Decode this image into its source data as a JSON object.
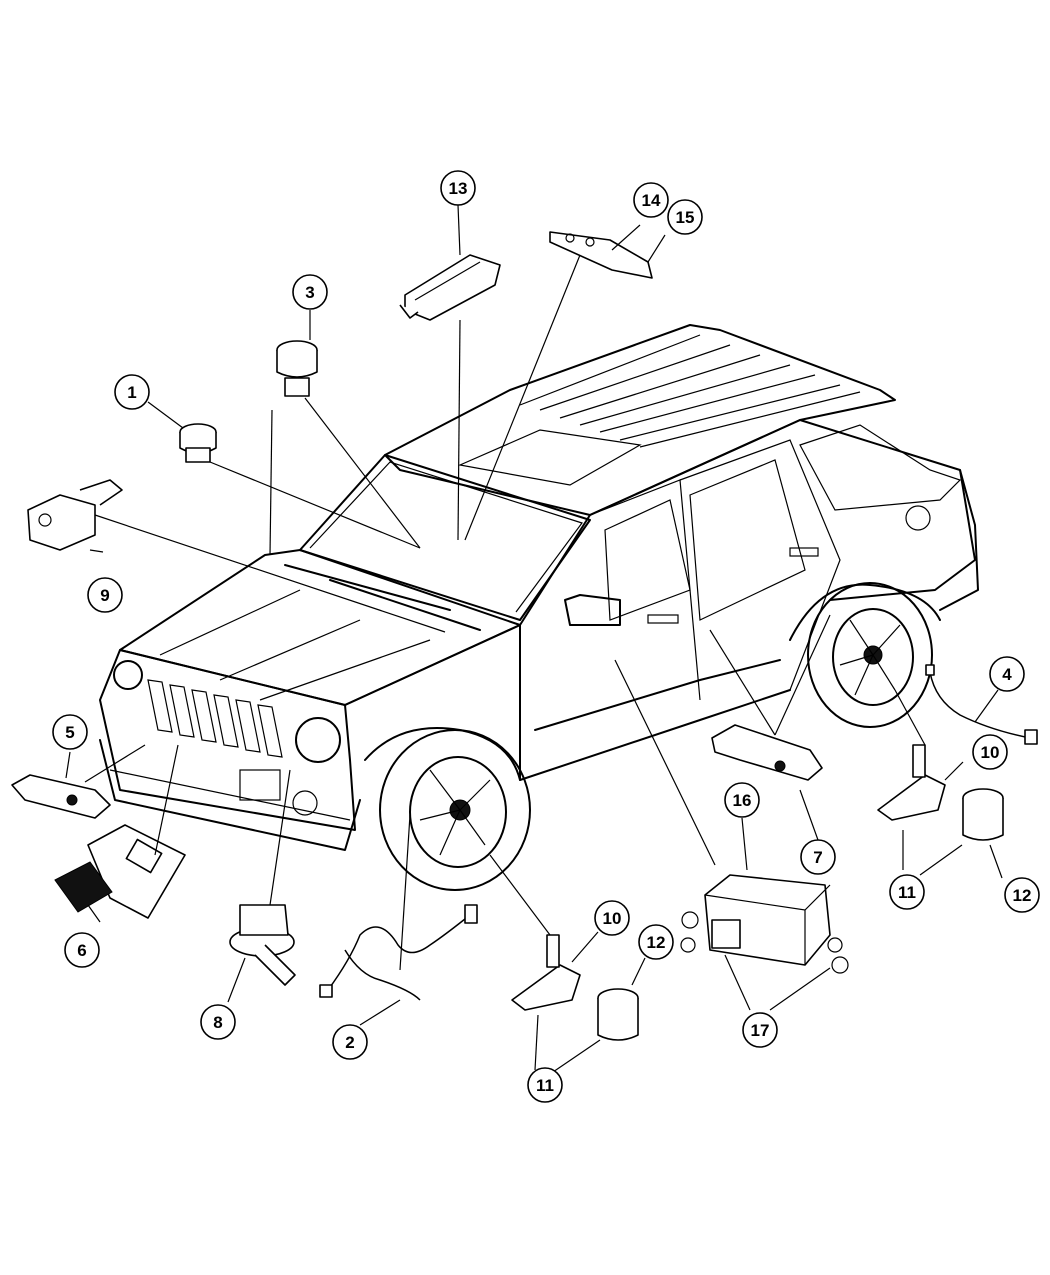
{
  "callouts": {
    "c1": "1",
    "c2": "2",
    "c3": "3",
    "c4": "4",
    "c5": "5",
    "c6": "6",
    "c7": "7",
    "c8": "8",
    "c9": "9",
    "c10a": "10",
    "c10b": "10",
    "c11a": "11",
    "c11b": "11",
    "c12a": "12",
    "c12b": "12",
    "c13": "13",
    "c14": "14",
    "c15": "15",
    "c16": "16",
    "c17": "17"
  }
}
